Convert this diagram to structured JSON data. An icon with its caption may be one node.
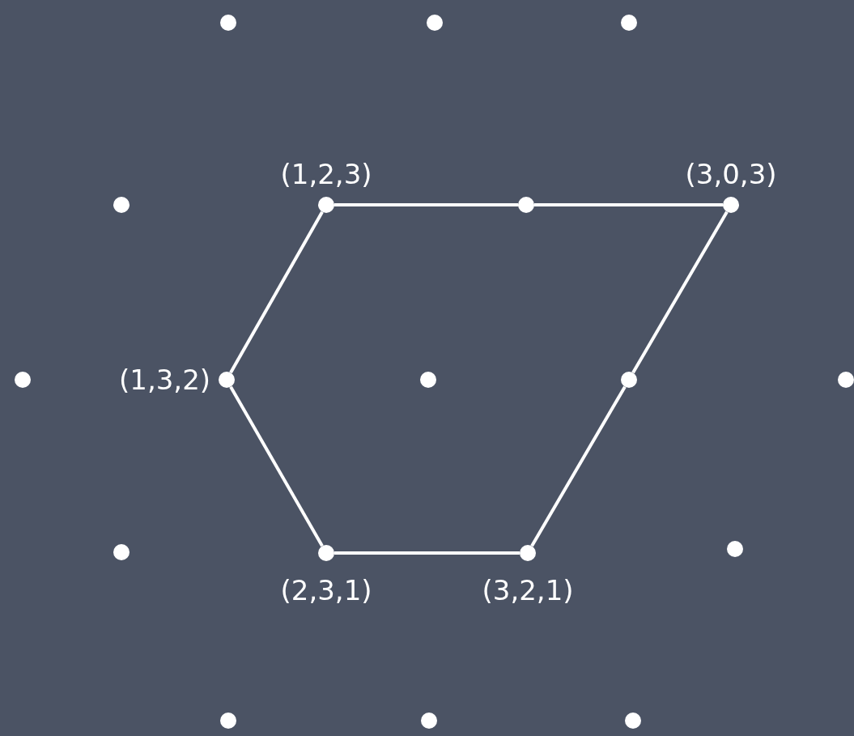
{
  "diagram": {
    "nodes": [
      {
        "text": [],
        "shape": "circle"
      },
      {
        "text": [],
        "shape": "circle"
      },
      {
        "text": [],
        "shape": "circle"
      },
      {
        "text": [],
        "shape": "circle"
      },
      {
        "text": [],
        "shape": "circle",
        "beside": [
          "(1,2,3)"
        ]
      },
      {
        "text": [],
        "shape": "circle"
      },
      {
        "text": [],
        "shape": "circle",
        "beside": [
          "(3,0,3)"
        ]
      },
      {
        "text": [],
        "shape": "circle"
      },
      {
        "text": [],
        "shape": "circle",
        "beside": [
          "(1,3,2)"
        ]
      },
      {
        "text": [],
        "shape": "circle"
      },
      {
        "text": [],
        "shape": "circle"
      },
      {
        "text": [],
        "shape": "circle"
      },
      {
        "text": [],
        "shape": "circle"
      },
      {
        "text": [],
        "shape": "circle",
        "beside": [
          "(2,3,1)"
        ]
      },
      {
        "text": [],
        "shape": "circle",
        "beside": [
          "(3,2,1)"
        ]
      },
      {
        "text": [],
        "shape": "circle"
      },
      {
        "text": [],
        "shape": "circle"
      },
      {
        "text": [],
        "shape": "circle"
      },
      {
        "text": [],
        "shape": "circle"
      }
    ],
    "edges": [
      {
        "from": 4,
        "to": 5,
        "arrow": "none"
      },
      {
        "from": 5,
        "to": 6,
        "arrow": "none"
      },
      {
        "from": 6,
        "to": 10,
        "arrow": "none"
      },
      {
        "from": 10,
        "to": 14,
        "arrow": "none"
      },
      {
        "from": 14,
        "to": 13,
        "arrow": "none"
      },
      {
        "from": 13,
        "to": 8,
        "arrow": "none"
      },
      {
        "from": 8,
        "to": 4,
        "arrow": "none"
      }
    ]
  }
}
